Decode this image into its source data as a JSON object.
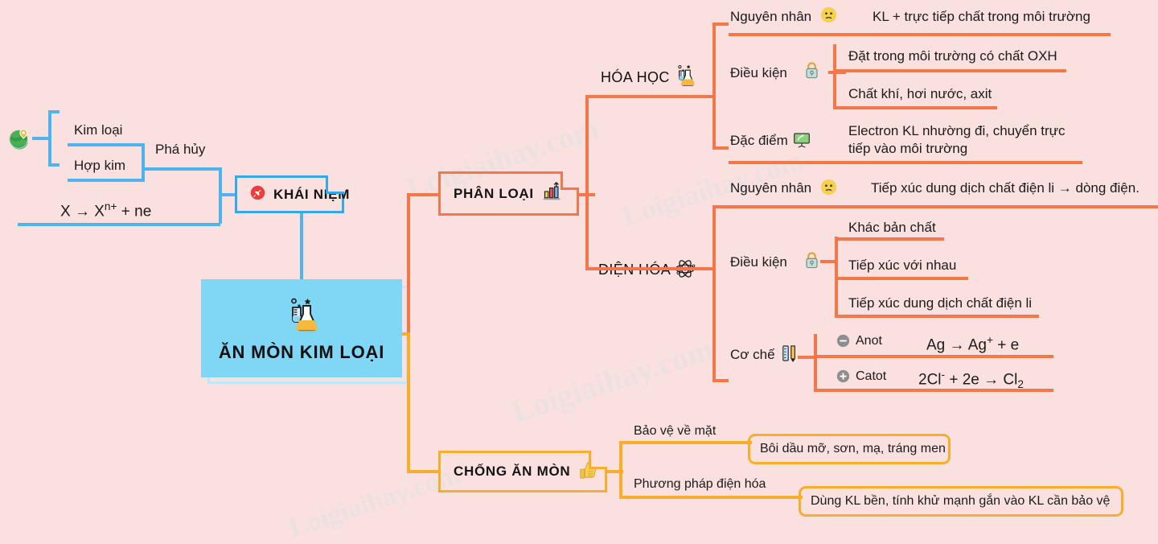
{
  "watermark": {
    "text": "Loigiaihay.com"
  },
  "colors": {
    "background": "#fbe0e0",
    "orange": "#f4774a",
    "blue": "#35a8ea",
    "yellow": "#f9ae2b",
    "center_fill": "#7fd6f5"
  },
  "center_node": {
    "title": "ĂN MÒN KIM LOẠI",
    "icon": "flask-icon"
  },
  "khai_niem": {
    "title": "KHÁI NIỆM",
    "icon": "pin-badge-icon",
    "globe_icon": "globe-icon",
    "items": [
      {
        "label": "Kim loại"
      },
      {
        "label": "Hợp kim"
      }
    ],
    "relation_label": "Phá hủy",
    "equation": {
      "prefix": "X → X",
      "sup": "n+",
      "suffix": " + ne"
    }
  },
  "phan_loai": {
    "title": "PHÂN LOẠI",
    "icon": "bar-chart-icon",
    "branches": [
      {
        "name": "HÓA HỌC",
        "icon": "flask-icon",
        "rows": [
          {
            "label": "Nguyên nhân",
            "icon": "thinking-face-icon",
            "details": [
              "KL + trực tiếp chất trong môi trường"
            ]
          },
          {
            "label": "Điều kiện",
            "icon": "lock-icon",
            "details": [
              "Đặt trong môi trường có chất OXH",
              "Chất khí, hơi nước, axit"
            ]
          },
          {
            "label": "Đặc điểm",
            "icon": "presentation-board-icon",
            "details": [
              "Electron KL nhường đi, chuyển trực tiếp vào môi trường"
            ]
          }
        ]
      },
      {
        "name": "ĐIỆN HÓA",
        "icon": "atom-icon",
        "rows": [
          {
            "label": "Nguyên nhân",
            "icon": "thinking-face-icon",
            "details": [
              "Tiếp xúc dung dịch chất điện li → dòng điện."
            ]
          },
          {
            "label": "Điều kiện",
            "icon": "lock-icon",
            "details": [
              "Khác bản chất",
              "Tiếp xúc với nhau",
              "Tiếp xúc dung dịch chất điện li"
            ]
          },
          {
            "label": "Cơ chế",
            "icon": "ruler-pencil-icon",
            "electrodes": [
              {
                "icon": "minus-circle-icon",
                "name": "Anot",
                "equation_parts": {
                  "a": "Ag → Ag",
                  "sup": "+",
                  "b": " + e"
                }
              },
              {
                "icon": "plus-circle-icon",
                "name": "Catot",
                "equation_parts": {
                  "a": "2Cl",
                  "sup": "-",
                  "b": " + 2e → Cl",
                  "sub": "2"
                }
              }
            ]
          }
        ]
      }
    ]
  },
  "chong_an_mon": {
    "title": "CHỐNG ĂN MÒN",
    "icon": "thumbs-up-icon",
    "rows": [
      {
        "label": "Bảo vệ về mặt",
        "detail": "Bôi dầu mỡ, sơn, mạ, tráng men"
      },
      {
        "label": "Phương pháp điện hóa",
        "detail": "Dùng KL bền, tính khử mạnh gắn vào KL cần bảo vệ"
      }
    ]
  }
}
